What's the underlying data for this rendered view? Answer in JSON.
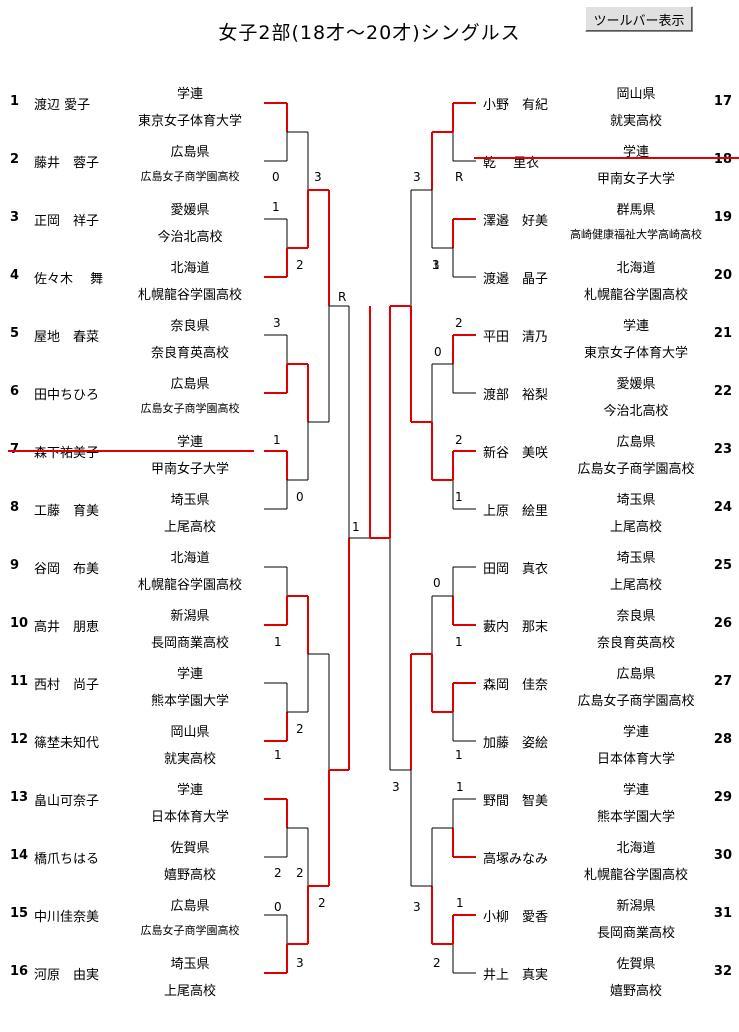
{
  "title": "女子2部(18才～20才)シングルス",
  "toolbar_button": "ツールバー表示",
  "colors": {
    "win_line": "#e00000",
    "line": "#000000"
  },
  "left_players": [
    {
      "seed": "1",
      "name": "渡辺 愛子",
      "pref": "学連",
      "school": "東京女子体育大学"
    },
    {
      "seed": "2",
      "name": "藤井　蓉子",
      "pref": "広島県",
      "school": "広島女子商学園高校"
    },
    {
      "seed": "3",
      "name": "正岡　祥子",
      "pref": "愛媛県",
      "school": "今治北高校"
    },
    {
      "seed": "4",
      "name": "佐々木　 舞",
      "pref": "北海道",
      "school": "札幌龍谷学園高校"
    },
    {
      "seed": "5",
      "name": "屋地　春菜",
      "pref": "奈良県",
      "school": "奈良育英高校"
    },
    {
      "seed": "6",
      "name": "田中ちひろ",
      "pref": "広島県",
      "school": "広島女子商学園高校"
    },
    {
      "seed": "7",
      "name": "森下祐美子",
      "pref": "学連",
      "school": "甲南女子大学"
    },
    {
      "seed": "8",
      "name": "工藤　育美",
      "pref": "埼玉県",
      "school": "上尾高校"
    },
    {
      "seed": "9",
      "name": "谷岡　布美",
      "pref": "北海道",
      "school": "札幌龍谷学園高校"
    },
    {
      "seed": "10",
      "name": "高井　朋恵",
      "pref": "新潟県",
      "school": "長岡商業高校"
    },
    {
      "seed": "11",
      "name": "西村　尚子",
      "pref": "学連",
      "school": "熊本学園大学"
    },
    {
      "seed": "12",
      "name": "篠埜未知代",
      "pref": "岡山県",
      "school": "就実高校"
    },
    {
      "seed": "13",
      "name": "畠山可奈子",
      "pref": "学連",
      "school": "日本体育大学"
    },
    {
      "seed": "14",
      "name": "橋爪ちはる",
      "pref": "佐賀県",
      "school": "嬉野高校"
    },
    {
      "seed": "15",
      "name": "中川佳奈美",
      "pref": "広島県",
      "school": "広島女子商学園高校"
    },
    {
      "seed": "16",
      "name": "河原　由実",
      "pref": "埼玉県",
      "school": "上尾高校"
    }
  ],
  "right_players": [
    {
      "seed": "17",
      "name": "小野　有紀",
      "pref": "岡山県",
      "school": "就実高校"
    },
    {
      "seed": "18",
      "name": "乾　 里衣",
      "pref": "学連",
      "school": "甲南女子大学"
    },
    {
      "seed": "19",
      "name": "澤邉　好美",
      "pref": "群馬県",
      "school": "高崎健康福祉大学高崎高校"
    },
    {
      "seed": "20",
      "name": "渡邉　晶子",
      "pref": "北海道",
      "school": "札幌龍谷学園高校"
    },
    {
      "seed": "21",
      "name": "平田　清乃",
      "pref": "学連",
      "school": "東京女子体育大学"
    },
    {
      "seed": "22",
      "name": "渡部　裕梨",
      "pref": "愛媛県",
      "school": "今治北高校"
    },
    {
      "seed": "23",
      "name": "新谷　美咲",
      "pref": "広島県",
      "school": "広島女子商学園高校"
    },
    {
      "seed": "24",
      "name": "上原　絵里",
      "pref": "埼玉県",
      "school": "上尾高校"
    },
    {
      "seed": "25",
      "name": "田岡　真衣",
      "pref": "埼玉県",
      "school": "上尾高校"
    },
    {
      "seed": "26",
      "name": "藪内　那末",
      "pref": "奈良県",
      "school": "奈良育英高校"
    },
    {
      "seed": "27",
      "name": "森岡　佳奈",
      "pref": "広島県",
      "school": "広島女子商学園高校"
    },
    {
      "seed": "28",
      "name": "加藤　姿絵",
      "pref": "学連",
      "school": "日本体育大学"
    },
    {
      "seed": "29",
      "name": "野間　智美",
      "pref": "学連",
      "school": "熊本学園大学"
    },
    {
      "seed": "30",
      "name": "高塚みなみ",
      "pref": "北海道",
      "school": "札幌龍谷学園高校"
    },
    {
      "seed": "31",
      "name": "小柳　愛香",
      "pref": "新潟県",
      "school": "長岡商業高校"
    },
    {
      "seed": "32",
      "name": "井上　真実",
      "pref": "佐賀県",
      "school": "嬉野高校"
    }
  ],
  "scores": {
    "l1": [
      "0",
      "3",
      "1",
      "2",
      "3",
      "R",
      "1",
      "0",
      "1",
      "2",
      "1",
      "2",
      "0"
    ],
    "l2": [
      "3",
      "2",
      "1",
      "2"
    ],
    "l3": [
      "1",
      "2"
    ],
    "r1": [
      "R",
      "3",
      "1",
      "2",
      "0",
      "2",
      "1",
      "0",
      "1",
      "1",
      "1",
      "1",
      "2"
    ],
    "r2": [
      "3",
      "3",
      "3"
    ],
    "final": "2"
  }
}
